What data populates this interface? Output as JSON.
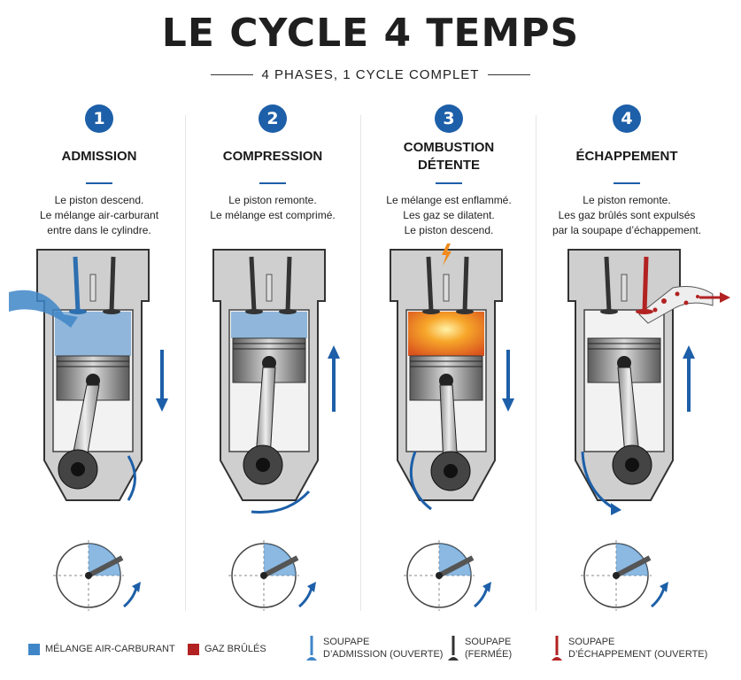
{
  "title": "LE CYCLE 4 TEMPS",
  "subtitle": "4 PHASES, 1 CYCLE COMPLET",
  "colors": {
    "accent": "#1d5fa8",
    "mixture": "#3f86c8",
    "burnt": "#b22222",
    "combustion": "#f08a1c"
  },
  "phases": [
    {
      "number": "1",
      "name": "ADMISSION",
      "description": "Le piston descend.\nLe mélange air-carburant\nentre dans le cylindre."
    },
    {
      "number": "2",
      "name": "COMPRESSION",
      "description": "Le piston remonte.\nLe mélange est comprimé."
    },
    {
      "number": "3",
      "name": "COMBUSTION\nDÉTENTE",
      "description": "Le mélange est enflammé.\nLes gaz se dilatent.\nLe piston descend."
    },
    {
      "number": "4",
      "name": "ÉCHAPPEMENT",
      "description": "Le piston remonte.\nLes gaz brûlés sont expulsés\npar la soupape d’échappement."
    }
  ],
  "legend": [
    {
      "label": "MÉLANGE AIR-CARBURANT",
      "icon": "blue-square"
    },
    {
      "label": "GAZ BRÛLÉS",
      "icon": "red-square"
    },
    {
      "label": "SOUPAPE\nD’ADMISSION (OUVERTE)",
      "icon": "intake-valve-icon"
    },
    {
      "label": "SOUPAPE\n(FERMÉE)",
      "icon": "closed-valve-icon"
    },
    {
      "label": "SOUPAPE\nD’ÉCHAPPEMENT (OUVERTE)",
      "icon": "exhaust-valve-icon"
    }
  ]
}
